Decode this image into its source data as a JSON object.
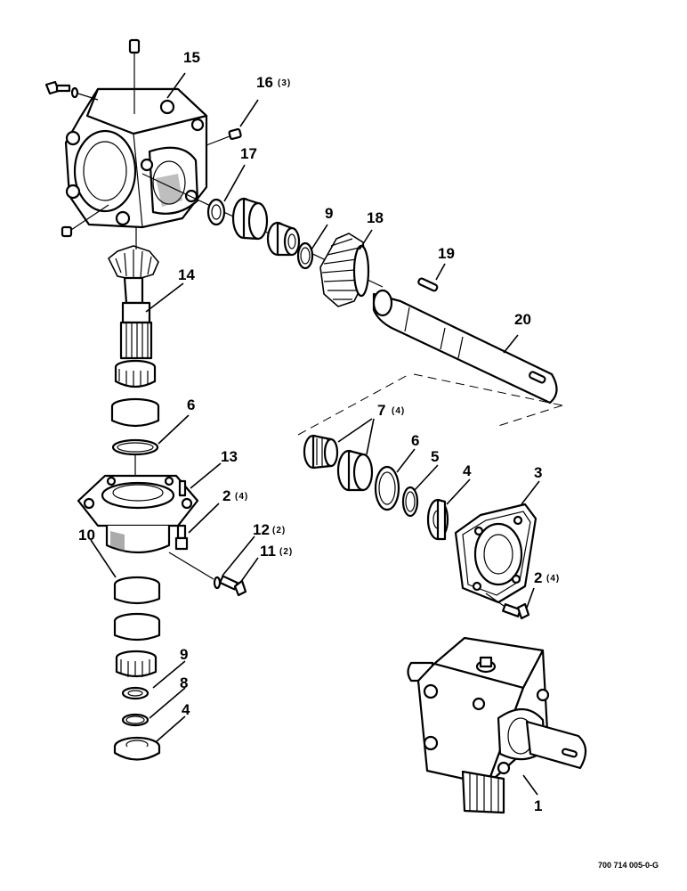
{
  "drawing_code": "700 714 005-0-G",
  "callouts": [
    {
      "id": "c15",
      "number": "15",
      "qty": ""
    },
    {
      "id": "c16",
      "number": "16",
      "qty": "(3)"
    },
    {
      "id": "c17",
      "number": "17",
      "qty": ""
    },
    {
      "id": "c9a",
      "number": "9",
      "qty": ""
    },
    {
      "id": "c18",
      "number": "18",
      "qty": ""
    },
    {
      "id": "c19",
      "number": "19",
      "qty": ""
    },
    {
      "id": "c14",
      "number": "14",
      "qty": ""
    },
    {
      "id": "c20",
      "number": "20",
      "qty": ""
    },
    {
      "id": "c6a",
      "number": "6",
      "qty": ""
    },
    {
      "id": "c7",
      "number": "7",
      "qty": "(4)"
    },
    {
      "id": "c6b",
      "number": "6",
      "qty": ""
    },
    {
      "id": "c5",
      "number": "5",
      "qty": ""
    },
    {
      "id": "c4a",
      "number": "4",
      "qty": ""
    },
    {
      "id": "c3",
      "number": "3",
      "qty": ""
    },
    {
      "id": "c13",
      "number": "13",
      "qty": ""
    },
    {
      "id": "c2a",
      "number": "2",
      "qty": "(4)"
    },
    {
      "id": "c12",
      "number": "12",
      "qty": "(2)"
    },
    {
      "id": "c11",
      "number": "11",
      "qty": "(2)"
    },
    {
      "id": "c10",
      "number": "10",
      "qty": ""
    },
    {
      "id": "c2b",
      "number": "2",
      "qty": "(4)"
    },
    {
      "id": "c9b",
      "number": "9",
      "qty": ""
    },
    {
      "id": "c8",
      "number": "8",
      "qty": ""
    },
    {
      "id": "c4b",
      "number": "4",
      "qty": ""
    },
    {
      "id": "c1",
      "number": "1",
      "qty": ""
    }
  ]
}
